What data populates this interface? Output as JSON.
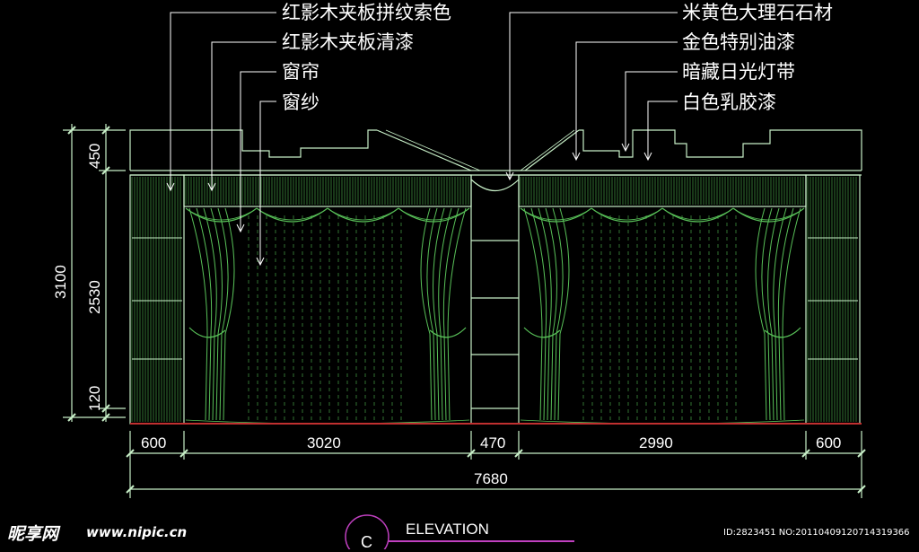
{
  "labels_left": [
    "红影木夹板拼纹索色",
    "红影木夹板清漆",
    "窗帘",
    "窗纱"
  ],
  "labels_right": [
    "米黄色大理石石材",
    "金色特别油漆",
    "暗藏日光灯带",
    "白色乳胶漆"
  ],
  "dims_bottom": [
    "600",
    "3020",
    "470",
    "2990",
    "600"
  ],
  "dim_total": "7680",
  "dims_left": [
    "450",
    "2530",
    "120"
  ],
  "dim_left_total": "3100",
  "elevation": {
    "letter": "C",
    "title": "ELEVATION"
  },
  "watermark": {
    "logo": "昵享网",
    "url": "www.nipic.cn",
    "id": "ID:2823451 NO:20110409120714319366"
  },
  "colors": {
    "drawing": "#c8f0c8",
    "curtain": "#58c058",
    "panel": "#3f8f3f",
    "leader": "#ffffff",
    "floor": "#c03030",
    "accent": "#c040c0"
  }
}
